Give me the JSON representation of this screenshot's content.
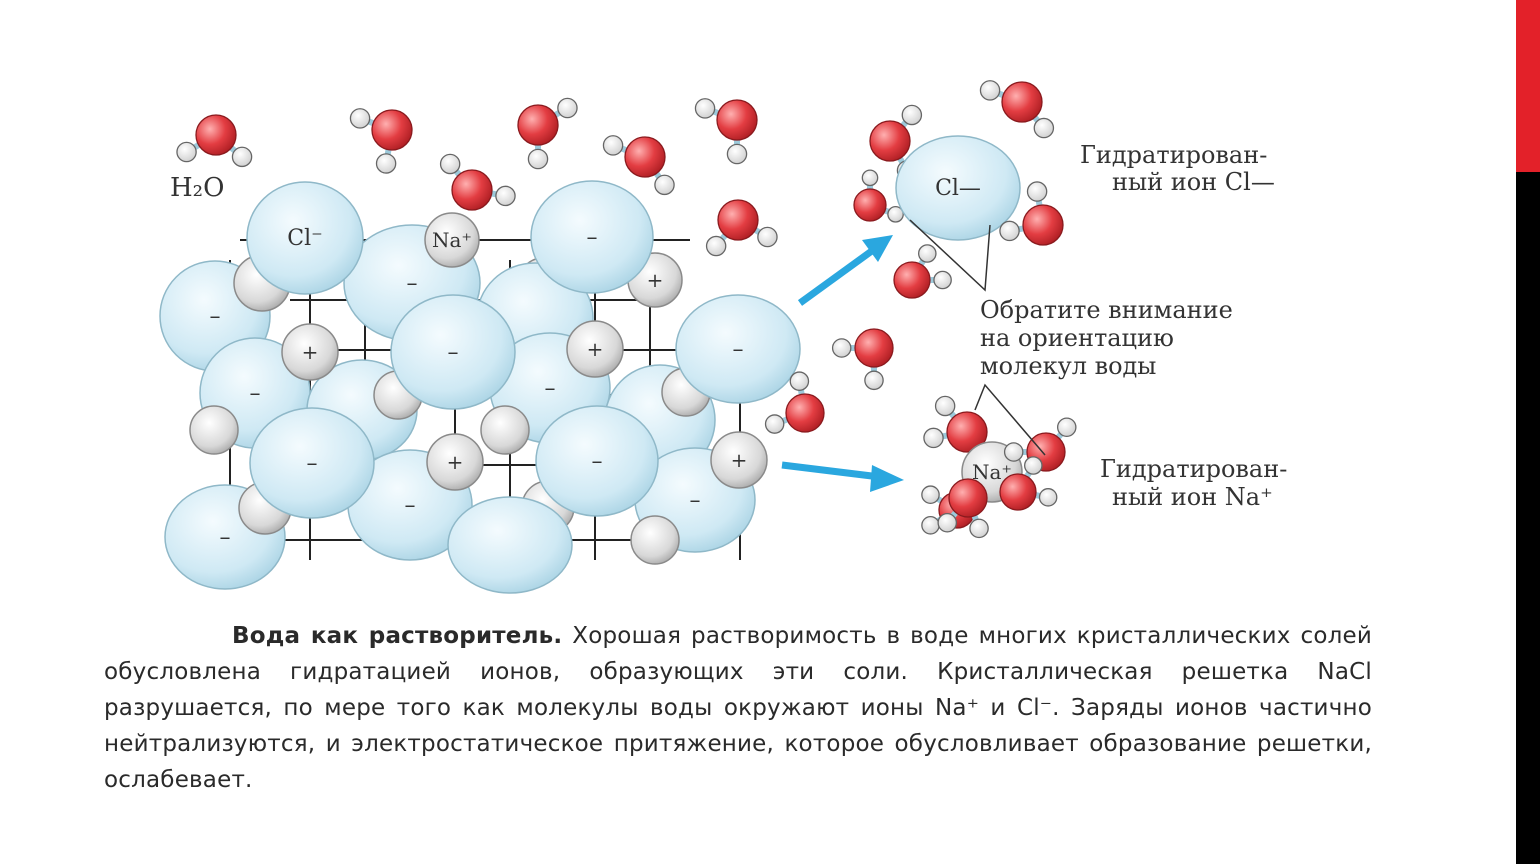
{
  "colors": {
    "big_ion_fill": "#d6eef7",
    "big_ion_stroke": "#8fb8c8",
    "small_ion_fill": "#d9d9d9",
    "oxygen": "#e0393e",
    "hydrogen": "#ffffff",
    "arrow": "#2aa7df",
    "accent_bar": "#e32129"
  },
  "labels": {
    "water": "H₂O",
    "cl_ion": "Cl⁻",
    "na_ion": "Na⁺",
    "minus": "–",
    "plus": "+",
    "hydrated_cl_line1": "Гидратирован-",
    "hydrated_cl_line2": "ный ион Cl—",
    "hydrated_cl_center": "Cl—",
    "note_line1": "Обратите внимание",
    "note_line2": "на ориентацию",
    "note_line3": "молекул воды",
    "hydrated_na_line1": "Гидратирован-",
    "hydrated_na_line2": "ный ион Na⁺",
    "hydrated_na_center": "Na⁺"
  },
  "caption": {
    "title": "Вода как растворитель.",
    "body": "Хорошая растворимость в воде многих кристаллических солей обусловлена гидратацией ионов, образующих эти соли. Кристаллическая решетка NaCl разрушается, по мере того как молекулы воды окружают ионы Na⁺ и Cl⁻. Заряды ионов частично нейтрализуются, и электростатическое притяжение, которое обусловливает образование решетки, ослабевает."
  }
}
